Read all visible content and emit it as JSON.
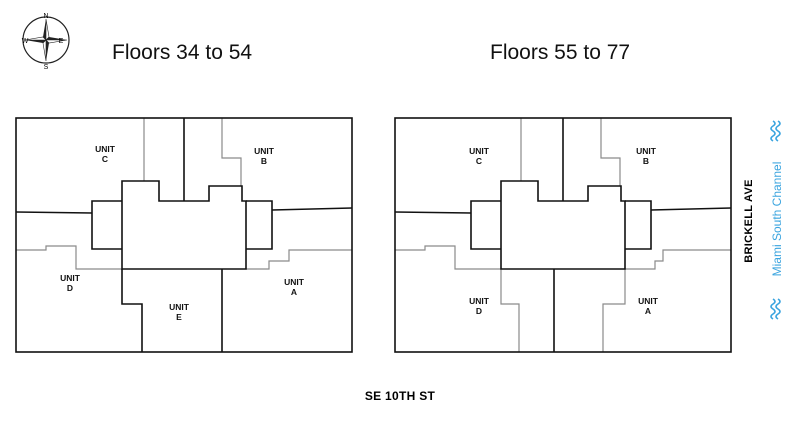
{
  "compass": {
    "north": "N",
    "south": "S",
    "east": "E",
    "west": "W"
  },
  "plans": [
    {
      "title": "Floors 34 to 54",
      "units": [
        {
          "name": "UNIT",
          "letter": "C"
        },
        {
          "name": "UNIT",
          "letter": "B"
        },
        {
          "name": "UNIT",
          "letter": "D"
        },
        {
          "name": "UNIT",
          "letter": "A"
        },
        {
          "name": "UNIT",
          "letter": "E"
        }
      ]
    },
    {
      "title": "Floors 55 to 77",
      "units": [
        {
          "name": "UNIT",
          "letter": "C"
        },
        {
          "name": "UNIT",
          "letter": "B"
        },
        {
          "name": "UNIT",
          "letter": "D"
        },
        {
          "name": "UNIT",
          "letter": "A"
        }
      ]
    }
  ],
  "streets": {
    "bottom": "SE 10TH ST",
    "right": "BRICKELL AVE"
  },
  "waterway": {
    "label": "Miami South Channel",
    "color": "#3aa4df"
  }
}
